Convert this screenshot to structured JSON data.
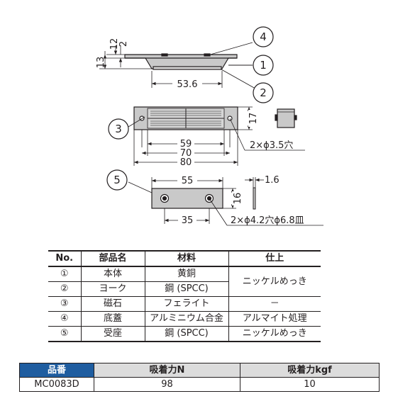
{
  "drawing": {
    "dims": {
      "d12": "12",
      "d2": "2",
      "d13": "13",
      "d53_6": "53.6",
      "d17": "17",
      "d59": "59",
      "d70": "70",
      "d80": "80",
      "hole1": "2×ϕ3.5穴",
      "d55": "55",
      "d1_6": "1.6",
      "d16": "16",
      "d35": "35",
      "hole2": "2×ϕ4.2穴ϕ6.8皿"
    },
    "callouts": [
      "1",
      "2",
      "3",
      "4",
      "5"
    ]
  },
  "parts_table": {
    "headers": [
      "No.",
      "部品名",
      "材料",
      "仕上"
    ],
    "rows": [
      {
        "no": "①",
        "name": "本体",
        "material": "黄銅"
      },
      {
        "no": "②",
        "name": "ヨーク",
        "material": "鋼 (SPCC)"
      },
      {
        "no": "③",
        "name": "磁石",
        "material": "フェライト",
        "finish": "－"
      },
      {
        "no": "④",
        "name": "底蓋",
        "material": "アルミニウム合金",
        "finish": "アルマイト処理"
      },
      {
        "no": "⑤",
        "name": "受座",
        "material": "鋼 (SPCC)",
        "finish": "ニッケルめっき"
      }
    ],
    "merged_finish": "ニッケルめっき"
  },
  "spec_table": {
    "headers": [
      "品番",
      "吸着力N",
      "吸着力kgf"
    ],
    "row": {
      "code": "MC0083D",
      "force_n": "98",
      "force_kgf": "10"
    }
  }
}
